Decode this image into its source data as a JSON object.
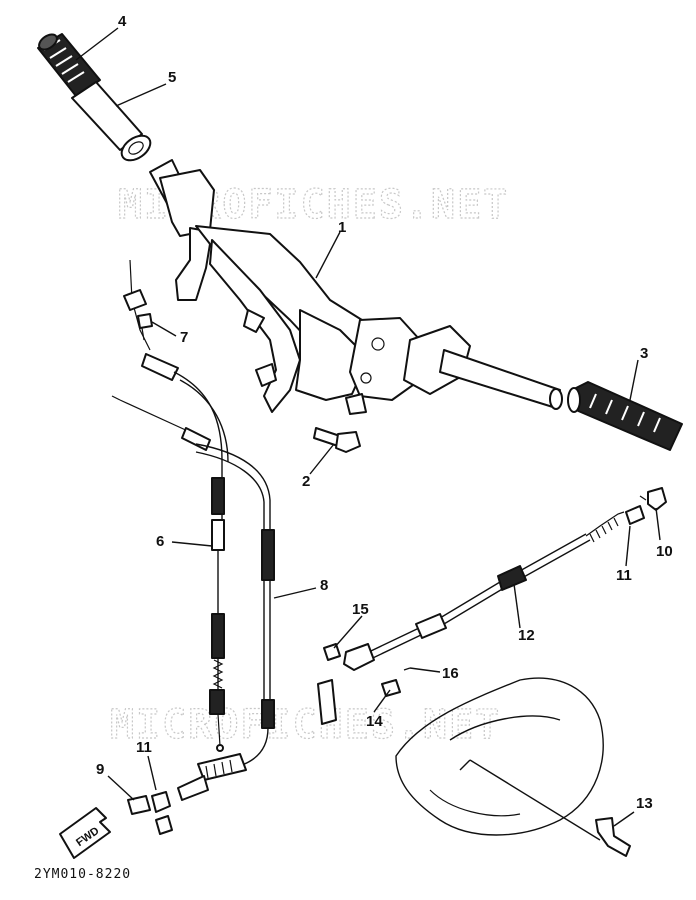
{
  "watermark": {
    "text_top": "MICROFICHES.NET",
    "text_bottom": "MICROFICHES.NET"
  },
  "diagram_code": "2YM010-8220",
  "fwd_label": "FWD",
  "callouts": {
    "c1": "1",
    "c2": "2",
    "c3": "3",
    "c4": "4",
    "c5": "5",
    "c6": "6",
    "c7": "7",
    "c8": "8",
    "c9": "9",
    "c10": "10",
    "c11a": "11",
    "c11b": "11",
    "c12": "12",
    "c13": "13",
    "c14": "14",
    "c15": "15",
    "c16": "16"
  }
}
